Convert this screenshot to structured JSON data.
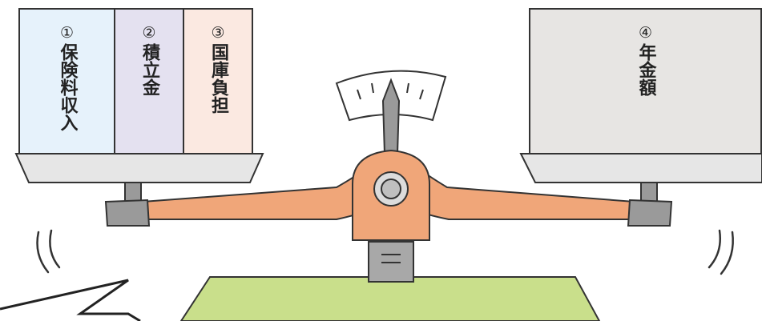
{
  "left_pan": {
    "boxes": [
      {
        "num": "①",
        "text": "保険料収入",
        "color": "#e6f2fb"
      },
      {
        "num": "②",
        "text": "積立金",
        "color": "#e4e1f0"
      },
      {
        "num": "③",
        "text": "国庫負担",
        "color": "#fbe9e1"
      }
    ]
  },
  "right_pan": {
    "boxes": [
      {
        "num": "④",
        "text": "年金額",
        "color": "#e7e5e3"
      }
    ]
  },
  "colors": {
    "beam": "#f0a679",
    "pan": "#e6e6e6",
    "base": "#c9df8b",
    "stand": "#9a9a9a",
    "outline": "#333333"
  }
}
